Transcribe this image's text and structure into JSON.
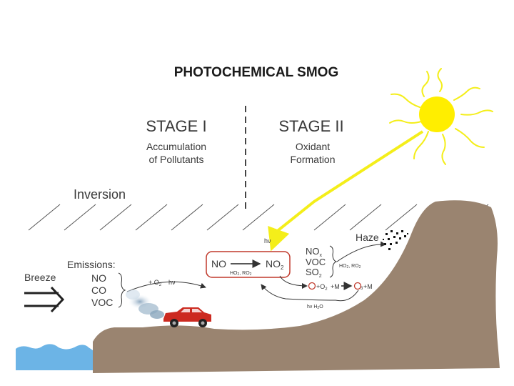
{
  "title": "PHOTOCHEMICAL SMOG",
  "stage1": {
    "heading": "STAGE I",
    "caption_line1": "Accumulation",
    "caption_line2": "of Pollutants"
  },
  "stage2": {
    "heading": "STAGE II",
    "caption_line1": "Oxidant",
    "caption_line2": "Formation"
  },
  "inversion_label": "Inversion",
  "breeze_label": "Breeze",
  "emissions": {
    "label": "Emissions:",
    "items": [
      "NO",
      "CO",
      "VOC"
    ]
  },
  "reactions": {
    "arrow1_label_a": "+ O",
    "arrow1_label_a_sub": "2",
    "arrow1_label_b": "hν",
    "sun_ray_label": "hν",
    "no_label": "NO",
    "no2_label": "NO",
    "no2_sub": "2",
    "catalysts_label": "HO",
    "catalysts_sub": "2",
    "catalysts_label_b": ", RO",
    "catalysts_sub_b": "2",
    "stage2_list": [
      "NO",
      "VOC",
      "SO"
    ],
    "stage2_list_subs": [
      "x",
      "",
      "2"
    ],
    "haze_arrow_label": "HO",
    "haze_arrow_sub": "2",
    "haze_arrow_label_b": ", RO",
    "haze_arrow_sub_b": "2",
    "o_plus_o2": "+O",
    "o_plus_o2_sub": "2",
    "plus_m_1": "+M",
    "plus_m_2": "+M",
    "o3_sub": "3",
    "return_label": "hν  H",
    "return_sub": "2",
    "return_label_b": "O"
  },
  "haze_label": "Haze",
  "colors": {
    "sun": "#ffee00",
    "sun_ray": "#f4ee1a",
    "ground": "#9a8470",
    "water": "#6cb4e6",
    "car_body": "#cc2a20",
    "reaction_box": "#c0392b",
    "exhaust": "#a9c3d8"
  }
}
